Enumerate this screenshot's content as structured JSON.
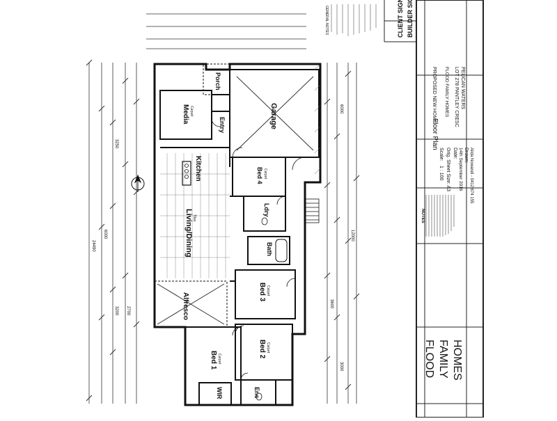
{
  "rooms": {
    "porch": "Porch",
    "media": "Media",
    "entry": "Entry",
    "garage": "Garage",
    "kitchen": "Kitchen",
    "bed4": "Bed 4",
    "ldry": "Ldry",
    "living": "Living/Dining",
    "bath": "Bath",
    "bed3": "Bed 3",
    "alfresco": "Alfresco",
    "bed2": "Bed 2",
    "bed1": "Bed 1",
    "wir": "WIR",
    "ens": "Ens"
  },
  "room_subs": {
    "carpet": "Carpet",
    "tiles": "Tiles"
  },
  "dims": {
    "overall": "24490",
    "width": "12000",
    "living_w": "6000",
    "garage_w": "6000",
    "side1": "3250",
    "side2": "3200",
    "side3": "2700",
    "side4": "3000",
    "side5": "3600"
  },
  "sheet": {
    "project_type": "PROPOSED NEW HOME",
    "builder_short": "FLOOD FAMILY HOMES",
    "lot_line1": "LOT 278 PANTLEY CRESC",
    "lot_line2": "PELICAN WATERS",
    "sheet_title": "Floor Plan",
    "scale_label": "Scale:",
    "scale_value": "1 : 100",
    "orig_label": "Orig. Sheet Size: A3",
    "date_label": "Date:",
    "date_value": "14th September 2016",
    "drawn_label": "Drawn:",
    "drawn_value": "Alida Nowandi - 0412 674 155",
    "client_sig": "CLIENT SIGNATURE",
    "builder_sig": "BUILDER SIGNATURE",
    "logo_line1": "FLOOD",
    "logo_line2": "FAMILY",
    "logo_line3": "HOMES",
    "notes_title": "NOTES",
    "general_notes": "GENERAL NOTES"
  }
}
